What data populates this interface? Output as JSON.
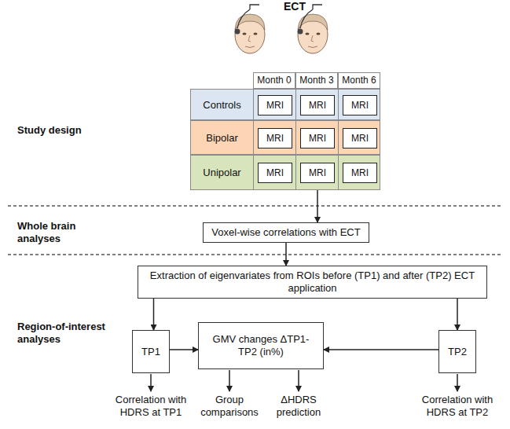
{
  "diagram": {
    "nodes": [
      {
        "text": [
          "Controls"
        ]
      },
      {
        "text": [
          "MRI"
        ],
        "in": 0
      },
      {
        "text": [
          "MRI"
        ],
        "in": 0
      },
      {
        "text": [
          "MRI"
        ],
        "in": 0
      },
      {
        "text": [
          "Bipolar"
        ]
      },
      {
        "text": [
          "MRI"
        ],
        "in": 4
      },
      {
        "text": [
          "MRI"
        ],
        "in": 4
      },
      {
        "text": [
          "MRI"
        ],
        "in": 4
      },
      {
        "text": [
          "Unipolar"
        ]
      },
      {
        "text": [
          "MRI"
        ],
        "in": 8
      },
      {
        "text": [
          "MRI"
        ],
        "in": 8
      },
      {
        "text": [
          "MRI"
        ],
        "in": 8
      },
      {
        "text": [
          "Voxel-wise correlations with ECT"
        ]
      },
      {
        "text": [
          "Extraction of eigenvariates from ROIs before (TP1) and after (TP2) ECT application"
        ]
      },
      {
        "text": [
          "TP1"
        ]
      },
      {
        "text": [
          "GMV changes ΔTP1-TP2 (in%)"
        ]
      },
      {
        "text": [
          "TP2"
        ]
      }
    ],
    "edges": [
      {
        "from": 10,
        "to": 12,
        "arrow": "to"
      },
      {
        "from": 12,
        "to": 13,
        "arrow": "to"
      },
      {
        "from": 13,
        "to": 14,
        "arrow": "to"
      },
      {
        "from": 13,
        "to": 16,
        "arrow": "to"
      },
      {
        "from": 14,
        "to": 15,
        "arrow": "to"
      },
      {
        "from": 16,
        "to": 15,
        "arrow": "to"
      }
    ],
    "labels": [
      "ECT",
      "Month 0",
      "Month 3",
      "Month 6",
      "Study design",
      "Whole brain analyses",
      "Region-of-interest analyses",
      "Correlation with HDRS at TP1",
      "Group comparisons",
      "ΔHDRS prediction",
      "Correlation with HDRS at TP2"
    ]
  }
}
